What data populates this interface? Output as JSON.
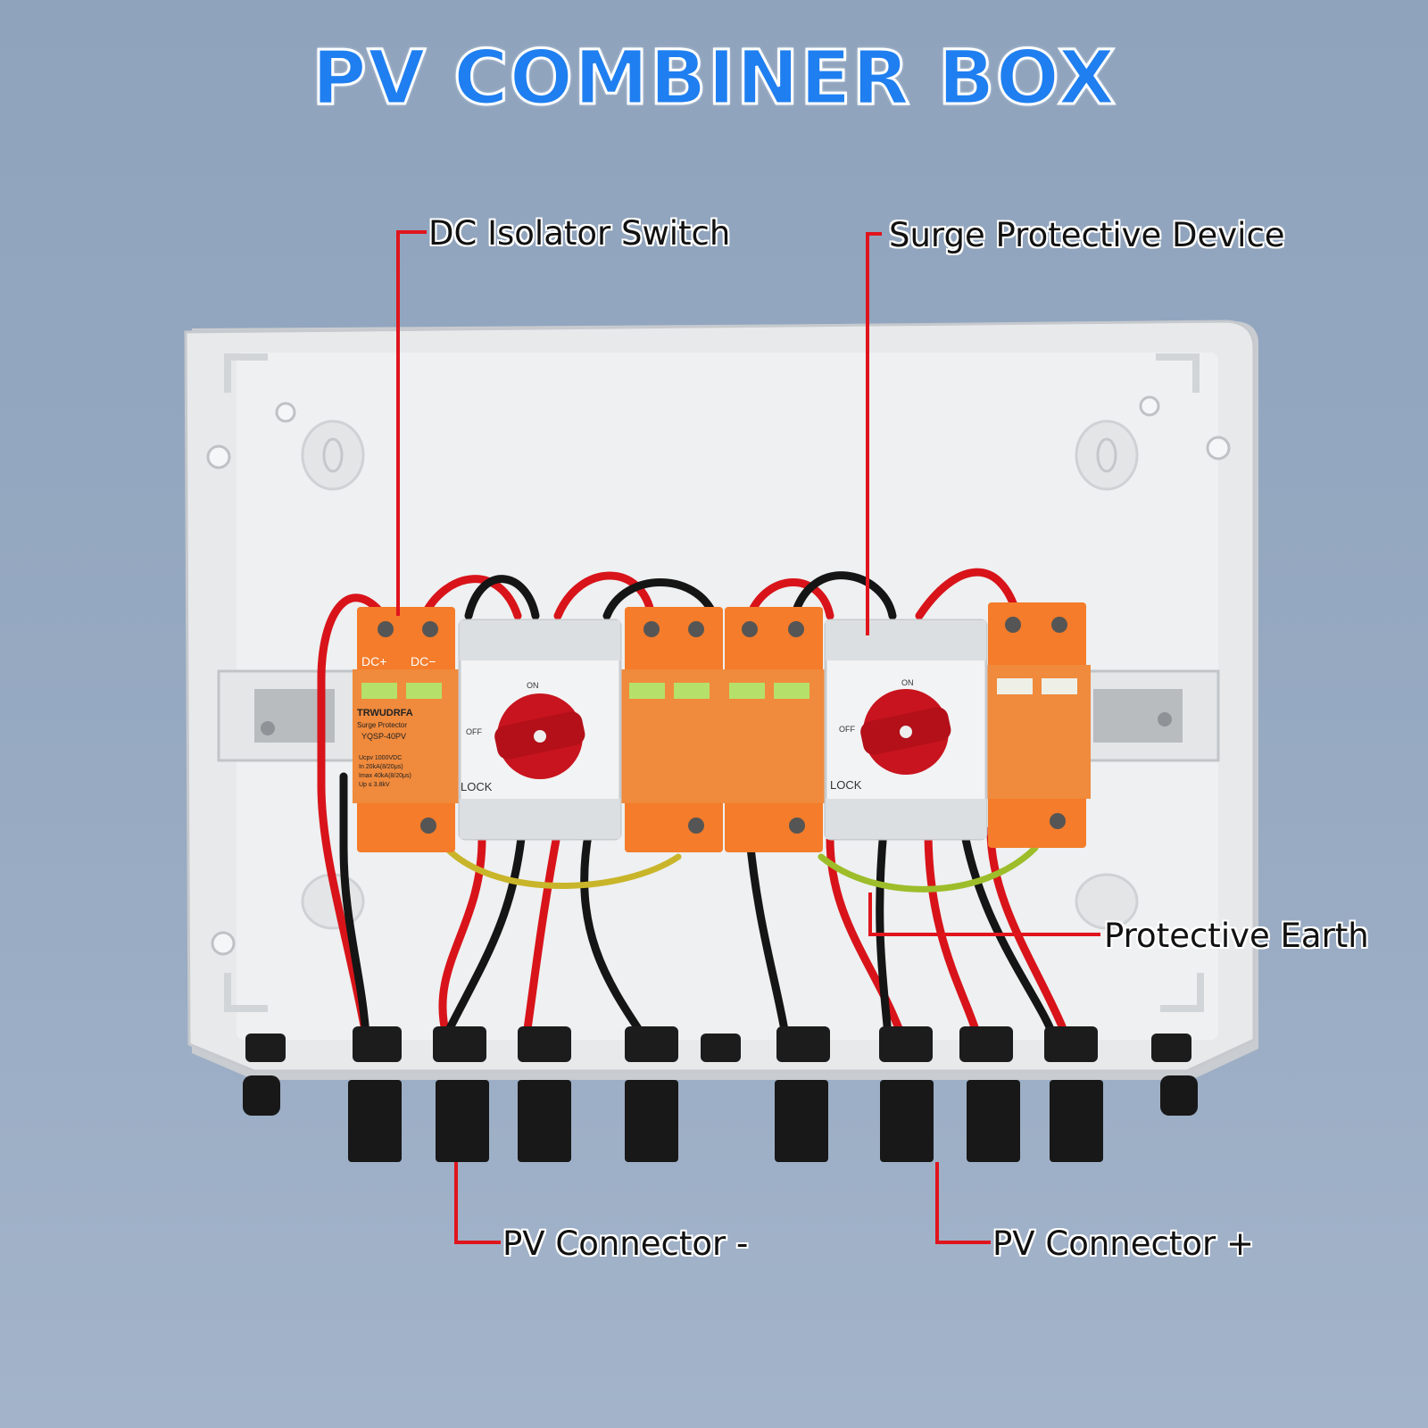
{
  "title": "PV COMBINER BOX",
  "callouts": {
    "dc_isolator_switch": "DC Isolator Switch",
    "surge_protective_device": "Surge Protective Device",
    "protective_earth": "Protective Earth",
    "pv_connector_minus": "PV Connector -",
    "pv_connector_plus": "PV Connector +"
  },
  "spd_module": {
    "terminal_plus": "DC+",
    "terminal_minus": "DC−",
    "brand": "TRWUDRFA",
    "type": "Surge Protector",
    "model": "YQSP-40PV",
    "specs": [
      "Ucpv 1000VDC",
      "In 20kA(8/20μs)",
      "Imax 40kA(8/20μs)",
      "Up ≤ 3.8kV"
    ]
  },
  "isolator_switch": {
    "on_label": "ON",
    "off_label": "OFF",
    "lock_label": "LOCK"
  },
  "colors": {
    "title": "#1f7ff0",
    "callout_line": "#e0141c",
    "enclosure": "#e9ebed",
    "spd_orange": "#f47c2a",
    "switch_knob": "#c8141e",
    "wire_red": "#d8141a",
    "wire_black": "#151515",
    "earth_wire": "#9dbd2a"
  }
}
